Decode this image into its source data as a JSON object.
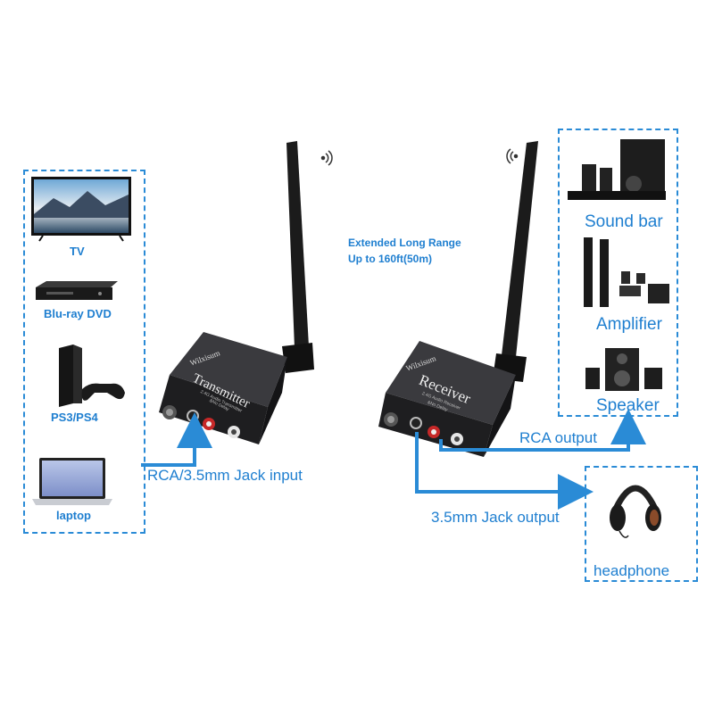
{
  "sources": {
    "tv": "TV",
    "bluray": "Blu-ray DVD",
    "ps": "PS3/PS4",
    "laptop": "laptop"
  },
  "transmitter": {
    "brand": "Wilxisum",
    "name": "Transmitter",
    "sub1": "2.4G Audio Transmitter",
    "sub2": "&No Delay"
  },
  "receiver": {
    "brand": "Wilxisum",
    "name": "Receiver",
    "sub1": "2.4G Audio Receiver",
    "sub2": "&No Delay"
  },
  "range_line1": "Extended Long Range",
  "range_line2": "Up to 160ft(50m)",
  "input_label": "RCA/3.5mm Jack input",
  "rca_output_label": "RCA output",
  "jack_output_label": "3.5mm Jack output",
  "outputs": {
    "soundbar": "Sound bar",
    "amplifier": "Amplifier",
    "speaker": "Speaker",
    "headphone": "headphone"
  },
  "colors": {
    "accent": "#1f7fd0",
    "device_body": "#2b2b2e"
  }
}
